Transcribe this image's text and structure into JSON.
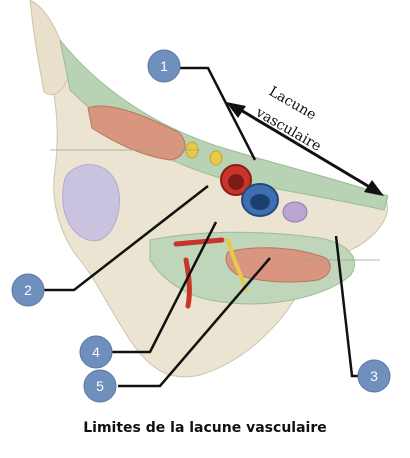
{
  "caption": "Limites de la lacune vasculaire",
  "arrow_label": {
    "line1": "Lacune",
    "line2": "vasculaire"
  },
  "markers": [
    {
      "id": "1",
      "label": "1"
    },
    {
      "id": "2",
      "label": "2"
    },
    {
      "id": "3",
      "label": "3"
    },
    {
      "id": "4",
      "label": "4"
    },
    {
      "id": "5",
      "label": "5"
    }
  ],
  "colors": {
    "marker_fill": "#6f8fbc",
    "bone": "#ece4d2",
    "bone_shadow": "#d6ccb3",
    "ligament": "#b8d2b4",
    "muscle": "#d9967f",
    "vein": "#3f6fb0",
    "artery": "#c8332a",
    "nerve": "#e8c94a",
    "lymph": "#b9a6d2"
  }
}
